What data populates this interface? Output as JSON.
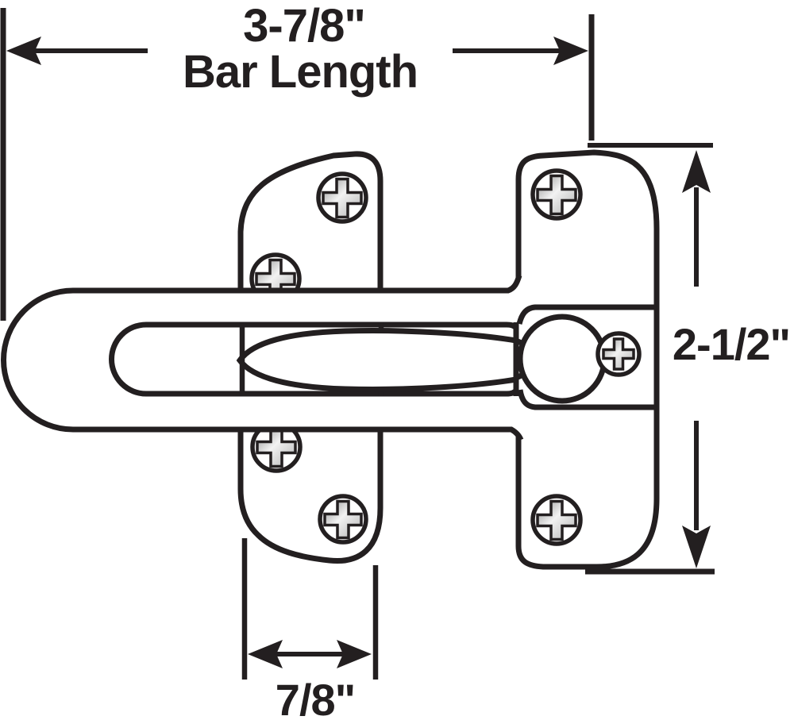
{
  "figure": {
    "ink_color": "#231f20",
    "background_color": "#ffffff",
    "screw_highlight_color": "#f2f2f2",
    "screw_shadow_color": "#8f8f8f"
  },
  "dimensions": {
    "bar_length": {
      "value": "3-7/8\"",
      "label": "Bar Length"
    },
    "plate_height": {
      "value": "2-1/2\""
    },
    "slot_width": {
      "value": "7/8\""
    }
  }
}
